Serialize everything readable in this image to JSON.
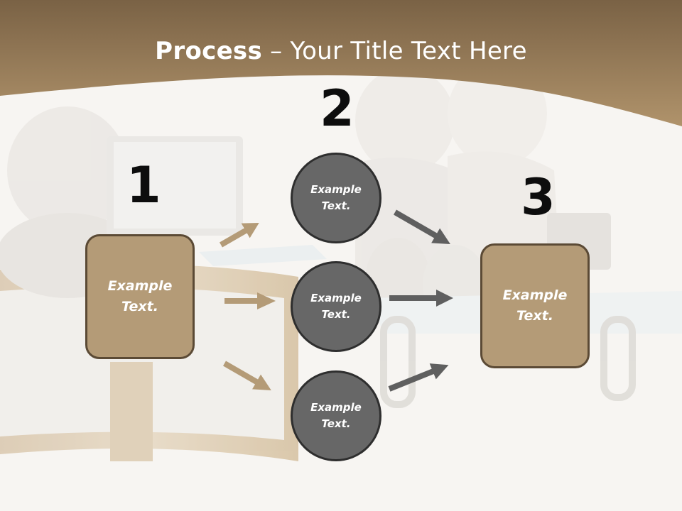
{
  "title": {
    "bold": "Process",
    "rest": " – Your Title Text Here"
  },
  "steps": [
    "1",
    "2",
    "3"
  ],
  "left_box": "Example\nText.",
  "circles": [
    "Example\nText.",
    "Example\nText.",
    "Example\nText."
  ],
  "right_box": "Example\nText.",
  "colors": {
    "header": "#a88a63",
    "box_fill": "#b49b77",
    "circle_fill": "#676767",
    "arrow_tan": "#b49b77",
    "arrow_dark": "#5f5f5f"
  }
}
